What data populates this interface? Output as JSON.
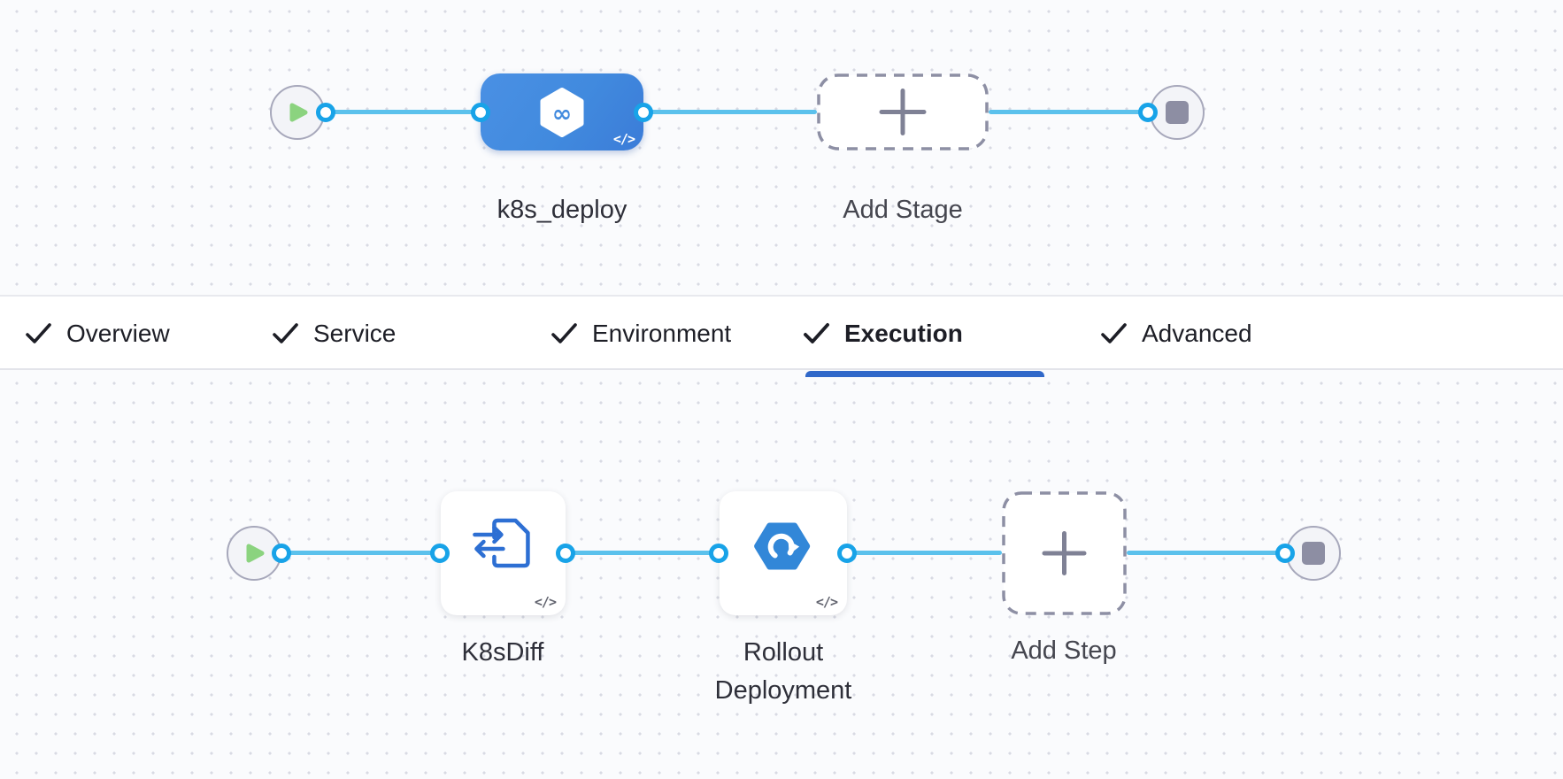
{
  "stage_pipeline": {
    "start": {
      "icon": "play-icon"
    },
    "end": {
      "icon": "stop-icon"
    },
    "stages": [
      {
        "label": "k8s_deploy",
        "type": "deployment-stage",
        "icon": "harness-stage-icon",
        "code_badge": "</>"
      },
      {
        "label": "Add Stage",
        "type": "add-stage-placeholder",
        "icon": "plus-icon"
      }
    ]
  },
  "tabs": {
    "active_tab": "Execution",
    "items": [
      {
        "label": "Overview",
        "checked": true,
        "active": false
      },
      {
        "label": "Service",
        "checked": true,
        "active": false
      },
      {
        "label": "Environment",
        "checked": true,
        "active": false
      },
      {
        "label": "Execution",
        "checked": true,
        "active": true
      },
      {
        "label": "Advanced",
        "checked": true,
        "active": false
      }
    ]
  },
  "execution_pipeline": {
    "start": {
      "icon": "play-icon"
    },
    "end": {
      "icon": "stop-icon"
    },
    "steps": [
      {
        "label": "K8sDiff",
        "icon": "k8s-diff-icon",
        "code_badge": "</>"
      },
      {
        "label": "Rollout Deployment",
        "icon": "rollout-deployment-icon",
        "code_badge": "</>"
      },
      {
        "label": "Add Step",
        "type": "add-step-placeholder",
        "icon": "plus-icon"
      }
    ]
  },
  "colors": {
    "canvas_bg": "#fafbfd",
    "grid_dot": "#d8dae3",
    "edge_blue": "#5bc1ec",
    "port_ring_blue": "#18a3e8",
    "stage_blue": "#418ade",
    "rollout_icon_blue": "#3287d8",
    "diff_icon_blue": "#2d6fd3",
    "tab_underline_blue": "#3068c9",
    "play_green": "#8bd37f",
    "stop_gray": "#8d8ea3",
    "dashed_border_gray": "#8d8fa4",
    "tab_text": "#1d1e26"
  }
}
